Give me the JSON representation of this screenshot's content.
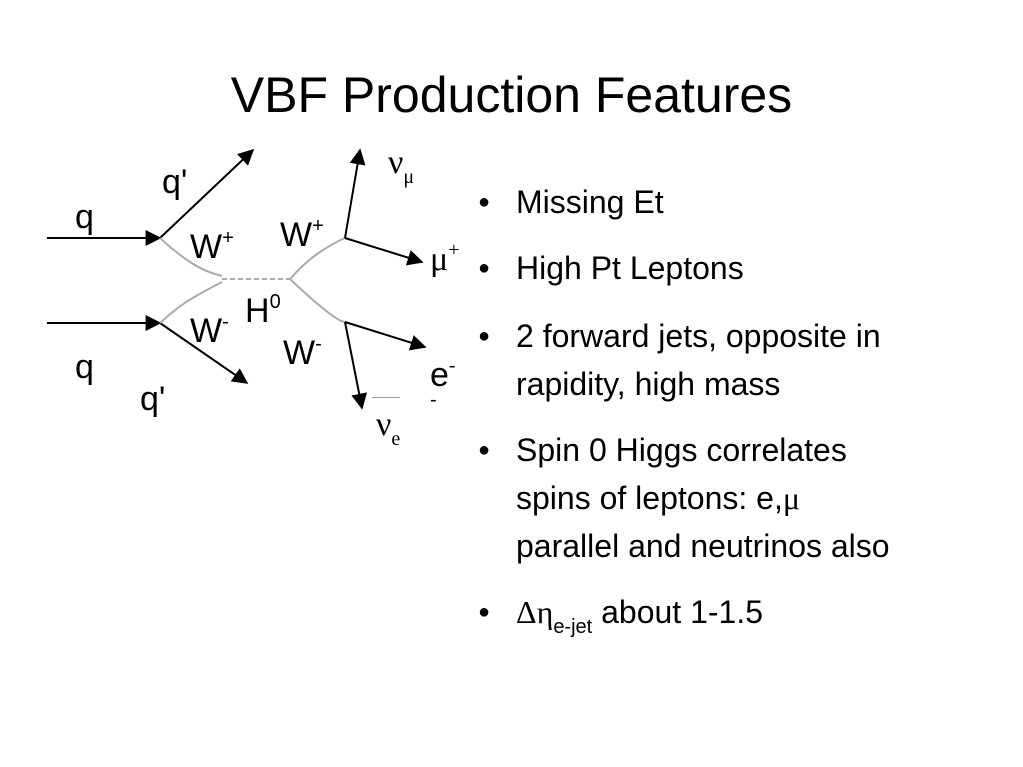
{
  "title": "VBF Production Features",
  "diagram": {
    "labels": {
      "q_top": "q",
      "q_bottom": "q",
      "qprime_top": "q'",
      "qprime_bottom": "q'",
      "w_left_top": "W",
      "w_left_top_sup": "+",
      "w_left_bottom": "W",
      "w_left_bottom_sup": "-",
      "w_right_top": "W",
      "w_right_top_sup": "+",
      "w_right_bottom": "W",
      "w_right_bottom_sup": "-",
      "higgs": "H",
      "higgs_sup": "0",
      "nu_mu": "ν",
      "nu_mu_sub": "μ",
      "mu_plus": "μ",
      "mu_plus_sup": "+",
      "e_minus": "e",
      "e_minus_sup": "-",
      "e_minus_extra": "-",
      "nu_e": "ν",
      "nu_e_sub": "e"
    }
  },
  "bullets": [
    {
      "text": "Missing Et"
    },
    {
      "text": "High Pt Leptons"
    },
    {
      "text": "2 forward jets, opposite in\nrapidity, high mass"
    },
    {
      "text_prefix": "Spin 0 Higgs correlates\nspins of leptons: e,",
      "symbol": "μ",
      "text_suffix": "\nparallel and neutrinos also"
    },
    {
      "symbol": "Δη",
      "subscript": "e-jet",
      "text_suffix": " about 1-1.5"
    }
  ],
  "bullet_glyph": "●"
}
